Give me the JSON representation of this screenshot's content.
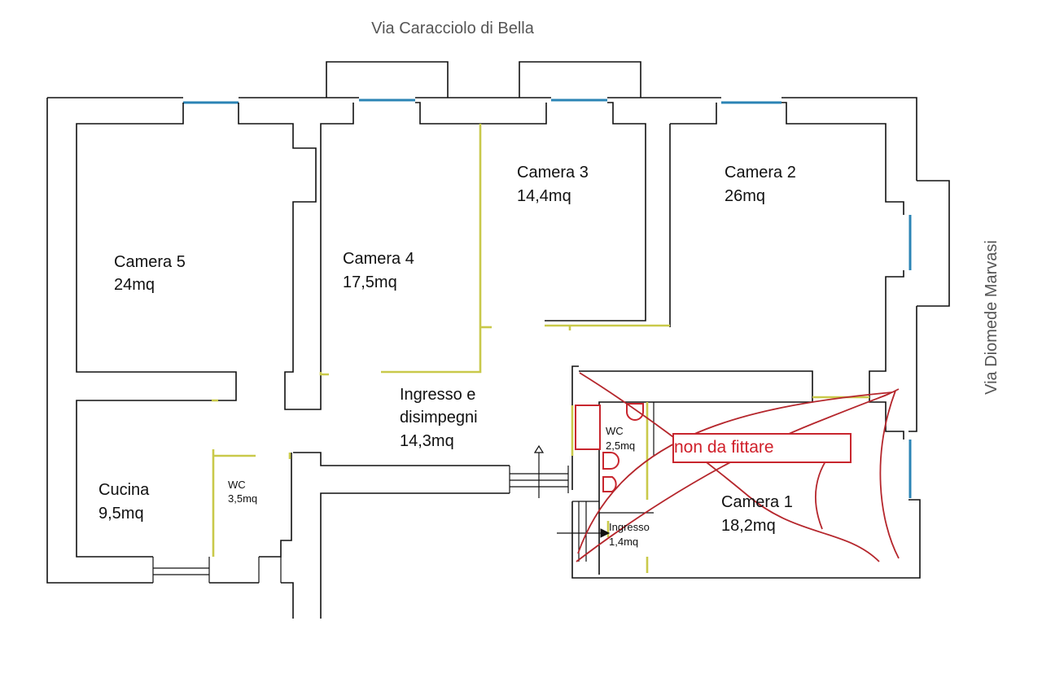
{
  "streets": {
    "top": "Via Caracciolo di Bella",
    "right": "Via Diomede Marvasi"
  },
  "rooms": {
    "camera5": {
      "name": "Camera 5",
      "area": "24mq"
    },
    "camera4": {
      "name": "Camera 4",
      "area": "17,5mq"
    },
    "camera3": {
      "name": "Camera 3",
      "area": "14,4mq"
    },
    "camera2": {
      "name": "Camera 2",
      "area": "26mq"
    },
    "ingresso_disimpegni": {
      "name_line1": "Ingresso e",
      "name_line2": "disimpegni",
      "area": "14,3mq"
    },
    "cucina": {
      "name": "Cucina",
      "area": "9,5mq"
    },
    "wc_small": {
      "name": "WC",
      "area": "3,5mq"
    },
    "wc_right": {
      "name": "WC",
      "area": "2,5mq"
    },
    "ingresso_right": {
      "name": "Ingresso",
      "area": "1,4mq"
    },
    "camera1": {
      "name": "Camera 1",
      "area": "18,2mq"
    }
  },
  "notice": {
    "text": "non da fittare"
  },
  "colors": {
    "walls": "#111111",
    "windows": "#2b84b5",
    "doors": "#c9c94a",
    "excluded_marking": "#c8262e"
  }
}
